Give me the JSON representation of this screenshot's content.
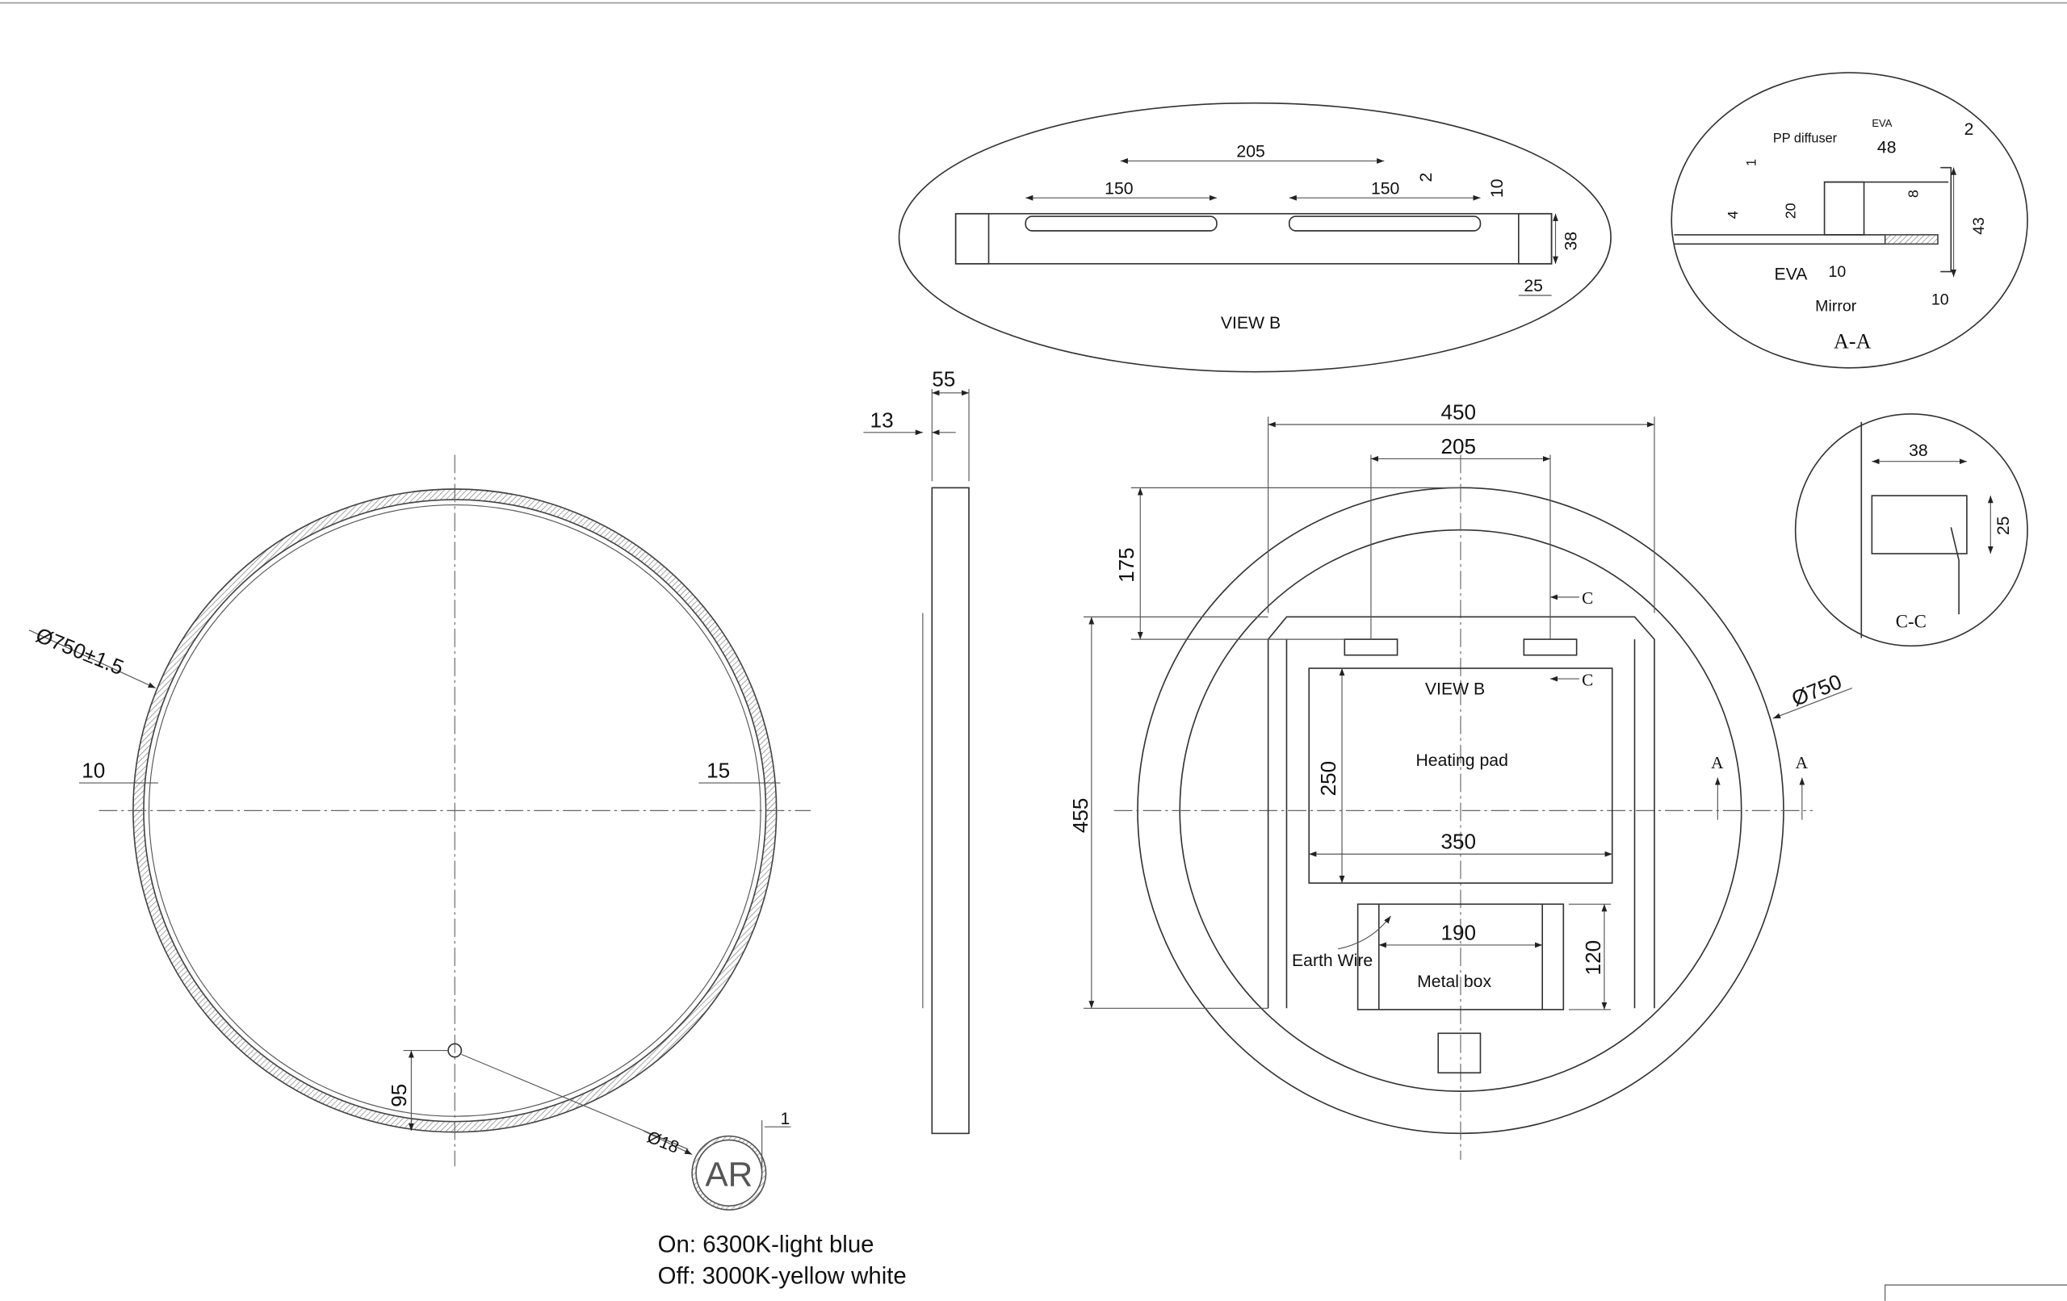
{
  "front_view": {
    "diameter": "Ø750±1.5",
    "left_gap": "10",
    "right_gap": "15",
    "sensor_offset": "95",
    "sensor_diameter": "Ø18",
    "ring_thickness": "1",
    "sensor_logo": "AR",
    "note_on": "On: 6300K-light blue",
    "note_off": "Off: 3000K-yellow white"
  },
  "side_view": {
    "depth": "55",
    "offset": "13"
  },
  "view_b_detail": {
    "total": "205",
    "slot_left": "150",
    "slot_right": "150",
    "gap": "2",
    "slot_height": "10",
    "height": "38",
    "end_width": "25",
    "title": "VIEW B"
  },
  "section_aa": {
    "eva_top": "EVA",
    "pp_diffuser": "PP diffuser",
    "width": "48",
    "edge": "2",
    "dim_1": "1",
    "dim_20": "20",
    "dim_8": "8",
    "dim_4": "4",
    "dim_43": "43",
    "eva_bottom": "EVA",
    "dim_10a": "10",
    "mirror": "Mirror",
    "dim_10b": "10",
    "title": "A-A"
  },
  "section_cc": {
    "width": "38",
    "height": "25",
    "title": "C-C"
  },
  "back_view": {
    "width": "450",
    "bracket_spacing": "205",
    "top_offset": "175",
    "height": "455",
    "diameter": "Ø750",
    "view_b": "VIEW B",
    "heating_pad": "Heating pad",
    "pad_height": "250",
    "pad_width": "350",
    "box_width": "190",
    "box_height": "120",
    "earth_wire": "Earth Wire",
    "metal_box": "Metal box",
    "section_a1": "A",
    "section_a2": "A",
    "section_c1": "C",
    "section_c2": "C"
  }
}
